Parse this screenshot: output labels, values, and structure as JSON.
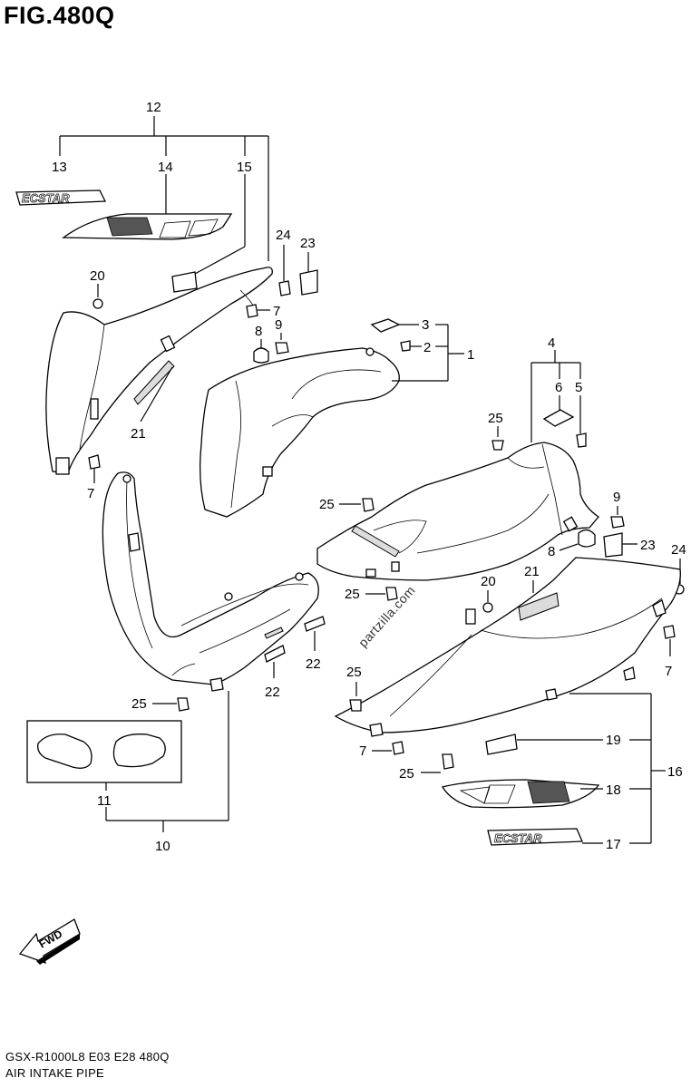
{
  "figure_title": "FIG.480Q",
  "footer_code": "GSX-R1000L8  E03  E28  480Q",
  "footer_name": "AIR INTAKE PIPE",
  "watermark": "partzilla.com",
  "callouts": {
    "c1": "1",
    "c2": "2",
    "c3": "3",
    "c4": "4",
    "c5": "5",
    "c6": "6",
    "c7a": "7",
    "c7b": "7",
    "c7c": "7",
    "c7d": "7",
    "c8a": "8",
    "c8b": "8",
    "c9a": "9",
    "c9b": "9",
    "c10": "10",
    "c11": "11",
    "c12": "12",
    "c13": "13",
    "c14": "14",
    "c15": "15",
    "c16": "16",
    "c17": "17",
    "c18": "18",
    "c19": "19",
    "c20a": "20",
    "c20b": "20",
    "c21a": "21",
    "c21b": "21",
    "c22a": "22",
    "c22b": "22",
    "c23a": "23",
    "c23b": "23",
    "c24a": "24",
    "c24b": "24",
    "c25a": "25",
    "c25b": "25",
    "c25c": "25",
    "c25d": "25",
    "c25e": "25",
    "c25f": "25"
  },
  "decals": {
    "ecstar_top": "ECSTAR",
    "ecstar_bottom": "ECSTAR",
    "fwd": "FWD"
  }
}
